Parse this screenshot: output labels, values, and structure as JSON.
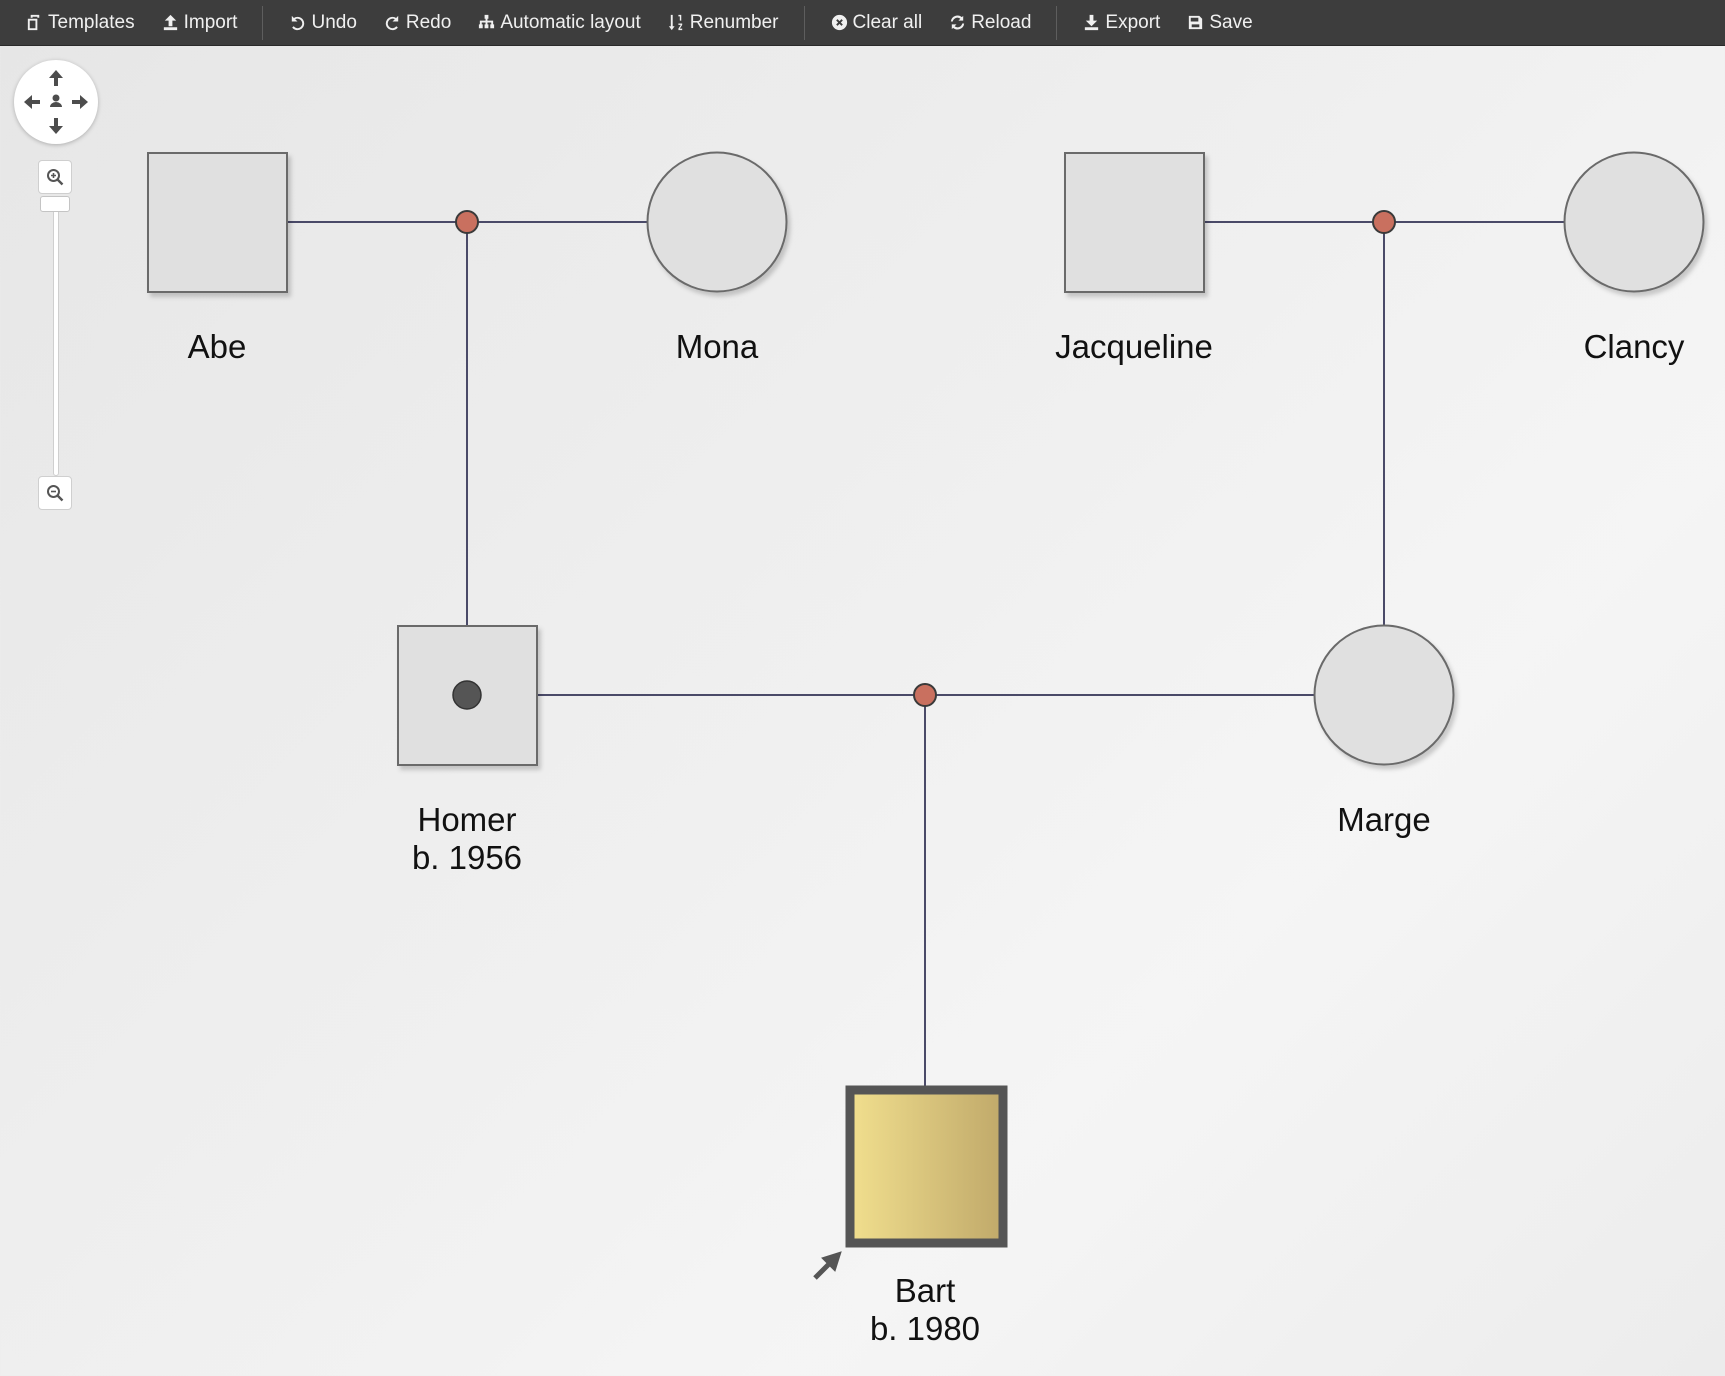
{
  "toolbar": {
    "templates": "Templates",
    "import": "Import",
    "undo": "Undo",
    "redo": "Redo",
    "automatic_layout": "Automatic layout",
    "renumber": "Renumber",
    "clear_all": "Clear all",
    "reload": "Reload",
    "export": "Export",
    "save": "Save"
  },
  "pedigree": {
    "colors": {
      "line": "#4a4a68",
      "partnership_dot": "#c9705f",
      "node_fill": "#e0e0e0",
      "node_stroke": "#6a6a6a",
      "proband_fill_start": "#f1df8e",
      "proband_fill_end": "#c0a96a",
      "proband_border": "#555555"
    },
    "individuals": {
      "abe": {
        "name": "Abe",
        "sex": "male"
      },
      "mona": {
        "name": "Mona",
        "sex": "female"
      },
      "jacqueline": {
        "name": "Jacqueline",
        "sex": "male"
      },
      "clancy": {
        "name": "Clancy",
        "sex": "female"
      },
      "homer": {
        "name": "Homer",
        "birth": "b. 1956",
        "sex": "male",
        "carrier": true
      },
      "marge": {
        "name": "Marge",
        "sex": "female"
      },
      "bart": {
        "name": "Bart",
        "birth": "b. 1980",
        "sex": "male",
        "proband": true
      }
    }
  }
}
